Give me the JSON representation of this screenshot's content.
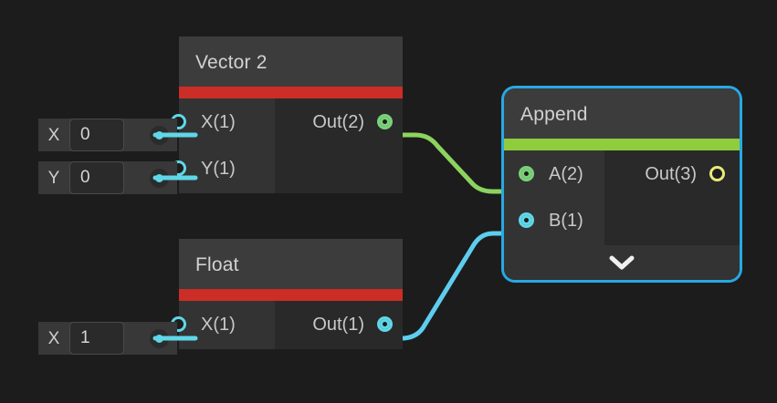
{
  "canvas": {
    "background": "#1c1c1c",
    "name": "shader-graph-canvas"
  },
  "palette": {
    "node_body": "#292929",
    "node_header": "#3c3c3c",
    "port_column": "#333333",
    "accent_red": "#cc2d26",
    "accent_green": "#8fcc3e",
    "wire_green": "#8cd45f",
    "wire_cyan": "#5ecdee",
    "port_cyan": "#5fd7e8",
    "port_green": "#7ad17a",
    "port_yellow": "#e9e97a",
    "selection_blue": "#27a9e3",
    "text_primary": "#d2d2d2",
    "text_label": "#c8c8c8"
  },
  "property_rows": [
    {
      "name": "property-row-x",
      "label": "X",
      "value": "0",
      "placeholder": "0",
      "pin": "cyan"
    },
    {
      "name": "property-row-y",
      "label": "Y",
      "value": "0",
      "placeholder": "0",
      "pin": "cyan"
    },
    {
      "name": "property-row-float-x",
      "label": "X",
      "value": "1",
      "placeholder": "0",
      "pin": "cyan"
    }
  ],
  "nodes": [
    {
      "id": "vector2",
      "title": "Vector 2",
      "accent": "#cc2d26",
      "selected": false,
      "collapsible": false,
      "inputs": [
        {
          "label": "X(1)",
          "state": "unconnected",
          "color": "cyan"
        },
        {
          "label": "Y(1)",
          "state": "unconnected",
          "color": "cyan"
        }
      ],
      "outputs": [
        {
          "label": "Out(2)",
          "state": "connected",
          "color": "green"
        }
      ]
    },
    {
      "id": "float",
      "title": "Float",
      "accent": "#cc2d26",
      "selected": false,
      "collapsible": false,
      "inputs": [
        {
          "label": "X(1)",
          "state": "unconnected",
          "color": "cyan"
        }
      ],
      "outputs": [
        {
          "label": "Out(1)",
          "state": "connected",
          "color": "cyan"
        }
      ]
    },
    {
      "id": "append",
      "title": "Append",
      "accent": "#8fcc3e",
      "selected": true,
      "collapsible": true,
      "collapse_icon": "chevron-down-icon",
      "inputs": [
        {
          "label": "A(2)",
          "state": "connected",
          "color": "green"
        },
        {
          "label": "B(1)",
          "state": "connected",
          "color": "cyan"
        }
      ],
      "outputs": [
        {
          "label": "Out(3)",
          "state": "unconnected",
          "color": "yellow"
        }
      ]
    }
  ],
  "connections": [
    {
      "name": "wire-vector2-out-to-append-a",
      "from": "vector2.Out(2)",
      "to": "append.A(2)",
      "color": "#8cd45f"
    },
    {
      "name": "wire-float-out-to-append-b",
      "from": "float.Out(1)",
      "to": "append.B(1)",
      "color": "#5ecdee"
    }
  ]
}
